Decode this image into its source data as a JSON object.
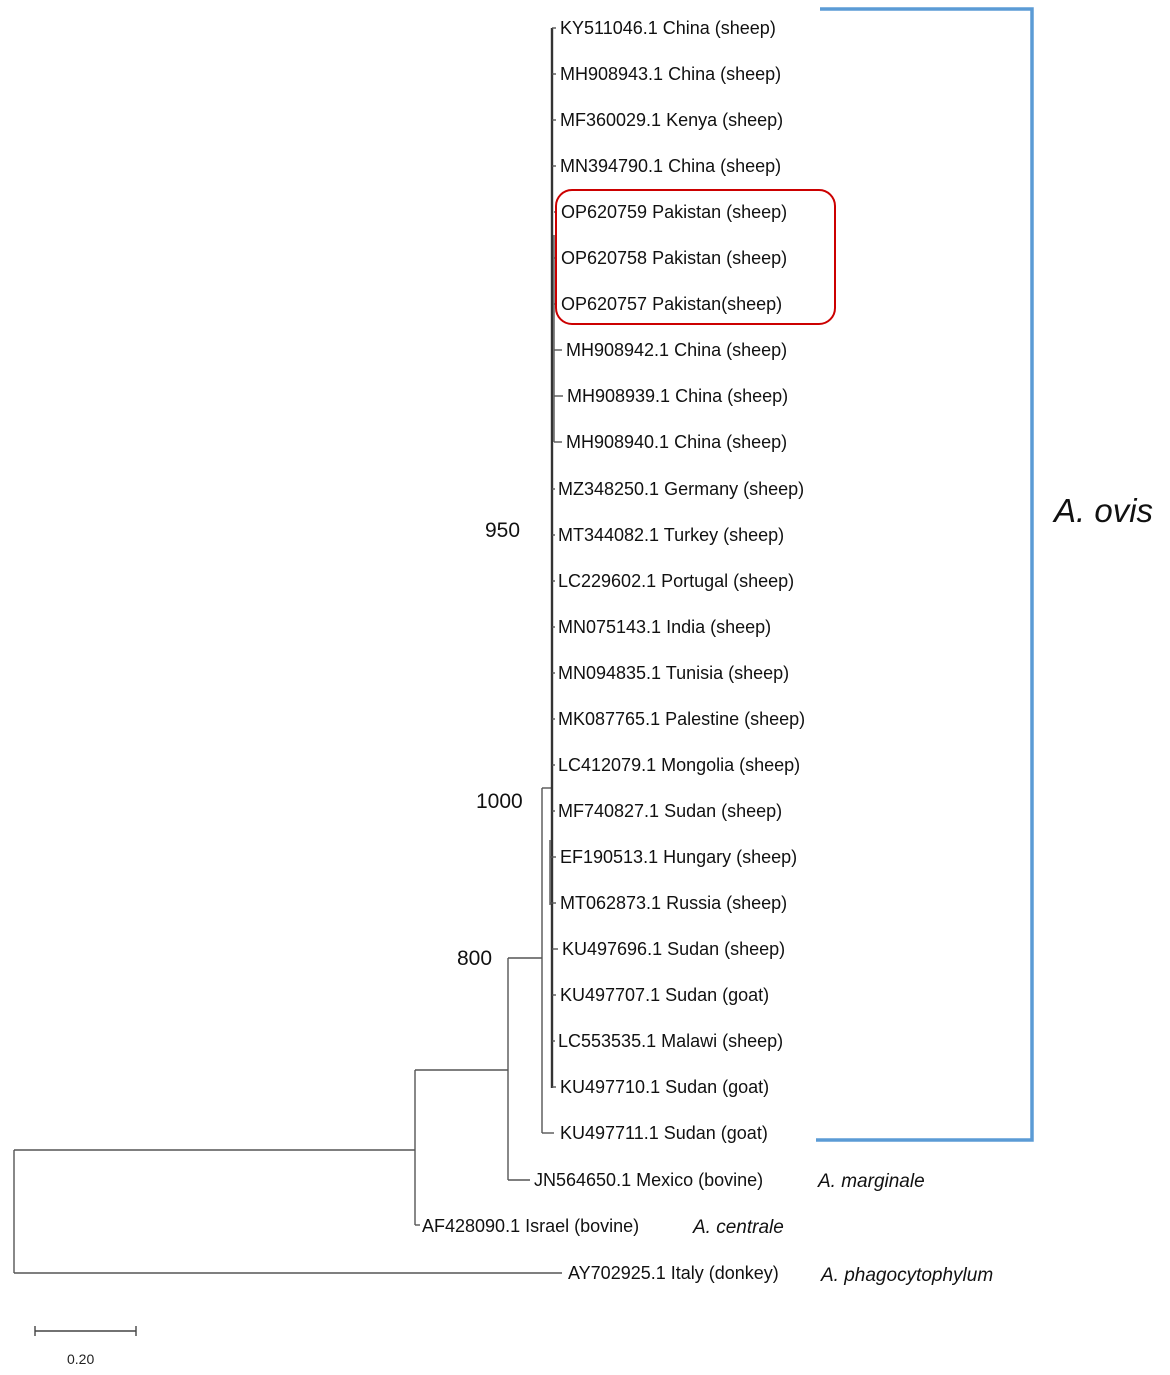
{
  "taxa": [
    {
      "id": "t0",
      "label": "KY511046.1 China (sheep)"
    },
    {
      "id": "t1",
      "label": "MH908943.1 China (sheep)"
    },
    {
      "id": "t2",
      "label": "MF360029.1 Kenya (sheep)"
    },
    {
      "id": "t3",
      "label": "MN394790.1 China (sheep)"
    },
    {
      "id": "t4",
      "label": "OP620759 Pakistan (sheep)"
    },
    {
      "id": "t5",
      "label": "OP620758 Pakistan (sheep)"
    },
    {
      "id": "t6",
      "label": "OP620757 Pakistan(sheep)"
    },
    {
      "id": "t7",
      "label": "MH908942.1 China (sheep)"
    },
    {
      "id": "t8",
      "label": "MH908939.1 China (sheep)"
    },
    {
      "id": "t9",
      "label": "MH908940.1 China (sheep)"
    },
    {
      "id": "t10",
      "label": "MZ348250.1 Germany (sheep)"
    },
    {
      "id": "t11",
      "label": "MT344082.1 Turkey (sheep)"
    },
    {
      "id": "t12",
      "label": "LC229602.1 Portugal (sheep)"
    },
    {
      "id": "t13",
      "label": "MN075143.1 India (sheep)"
    },
    {
      "id": "t14",
      "label": "MN094835.1 Tunisia (sheep)"
    },
    {
      "id": "t15",
      "label": "MK087765.1 Palestine (sheep)"
    },
    {
      "id": "t16",
      "label": "LC412079.1 Mongolia (sheep)"
    },
    {
      "id": "t17",
      "label": "MF740827.1 Sudan (sheep)"
    },
    {
      "id": "t18",
      "label": "EF190513.1 Hungary (sheep)"
    },
    {
      "id": "t19",
      "label": "MT062873.1 Russia (sheep)"
    },
    {
      "id": "t20",
      "label": "KU497696.1 Sudan (sheep)"
    },
    {
      "id": "t21",
      "label": "KU497707.1 Sudan (goat)"
    },
    {
      "id": "t22",
      "label": "LC553535.1 Malawi (sheep)"
    },
    {
      "id": "t23",
      "label": "KU497710.1 Sudan (goat)"
    },
    {
      "id": "t24",
      "label": "KU497711.1 Sudan (goat)"
    },
    {
      "id": "t25",
      "label": "JN564650.1 Mexico (bovine)",
      "species": "A. marginale"
    },
    {
      "id": "t26",
      "label": "AF428090.1 Israel (bovine)",
      "species": "A. centrale"
    },
    {
      "id": "t27",
      "label": "AY702925.1 Italy (donkey)",
      "species": "A. phagocytophylum"
    }
  ],
  "bootstrap_values": [
    "950",
    "1000",
    "800"
  ],
  "clade": {
    "name": "A. ovis",
    "color": "#5b9bd5"
  },
  "highlight": {
    "color": "#cc0000",
    "taxa": [
      "t4",
      "t5",
      "t6"
    ]
  },
  "scale_bar": {
    "value": 0.2,
    "label": "0.20"
  }
}
